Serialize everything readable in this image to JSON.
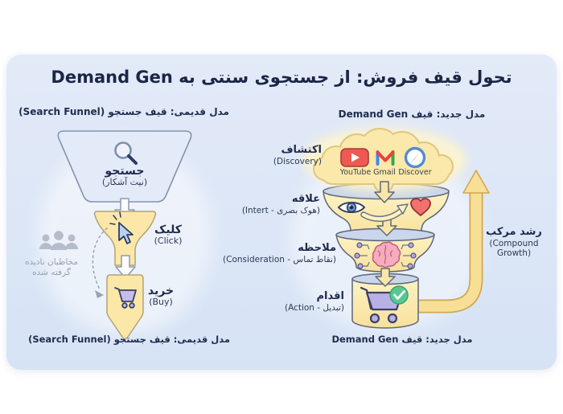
{
  "title": "تحول قیف فروش: از جستجوی سنتی به Demand Gen",
  "colors": {
    "card_bg": "#dce7f7",
    "accent_navy": "#1b2646",
    "funnel_yellow": "#fae8a9",
    "funnel_blue": "#e4ebf8",
    "growth_arrow": "#f8df96",
    "muted_gray": "#96a0af"
  },
  "left_funnel": {
    "header": "مدل قدیمی: قیف جستجو (Search Funnel)",
    "footer": "مدل قدیمی: قیف جستجو (Search Funnel)",
    "stages": [
      {
        "title": "جستجو",
        "subtitle": "(نیت آشکار)",
        "icon": "search-icon"
      },
      {
        "title": "کلیک",
        "subtitle": "(Click)",
        "icon": "cursor-click-icon"
      },
      {
        "title": "خرید",
        "subtitle": "(Buy)",
        "icon": "shopping-cart-icon"
      }
    ],
    "audience_note": {
      "line1": "مخاطبان نادیده",
      "line2": "گرفته شده",
      "icon": "audience-icon"
    }
  },
  "right_funnel": {
    "header": "مدل جدید: قیف Demand Gen",
    "footer": "مدل جدید: قیف Demand Gen",
    "channels": [
      {
        "label": "YouTube",
        "icon": "youtube-icon"
      },
      {
        "label": "Gmail",
        "icon": "gmail-icon"
      },
      {
        "label": "Discover",
        "icon": "discover-icon"
      }
    ],
    "stages": [
      {
        "title": "اکتشاف",
        "subtitle": "(Discovery)"
      },
      {
        "title": "علاقه",
        "subtitle": "(هوک بصری - Intert)"
      },
      {
        "title": "ملاحظه",
        "subtitle": "(نقاط تماس - Consideration)"
      },
      {
        "title": "اقدام",
        "subtitle": "(تبدیل - Action)"
      }
    ],
    "growth": {
      "title": "رشد مرکب",
      "subtitle": "(Compound Growth)"
    }
  }
}
